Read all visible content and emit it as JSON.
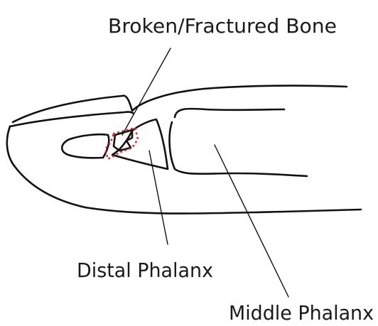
{
  "labels": {
    "broken_bone": "Broken/Fractured Bone",
    "distal_phalanx": "Distal Phalanx",
    "middle_phalanx": "Middle Phalanx"
  },
  "colors": {
    "outline": "#111111",
    "fracture": "#e02020"
  }
}
